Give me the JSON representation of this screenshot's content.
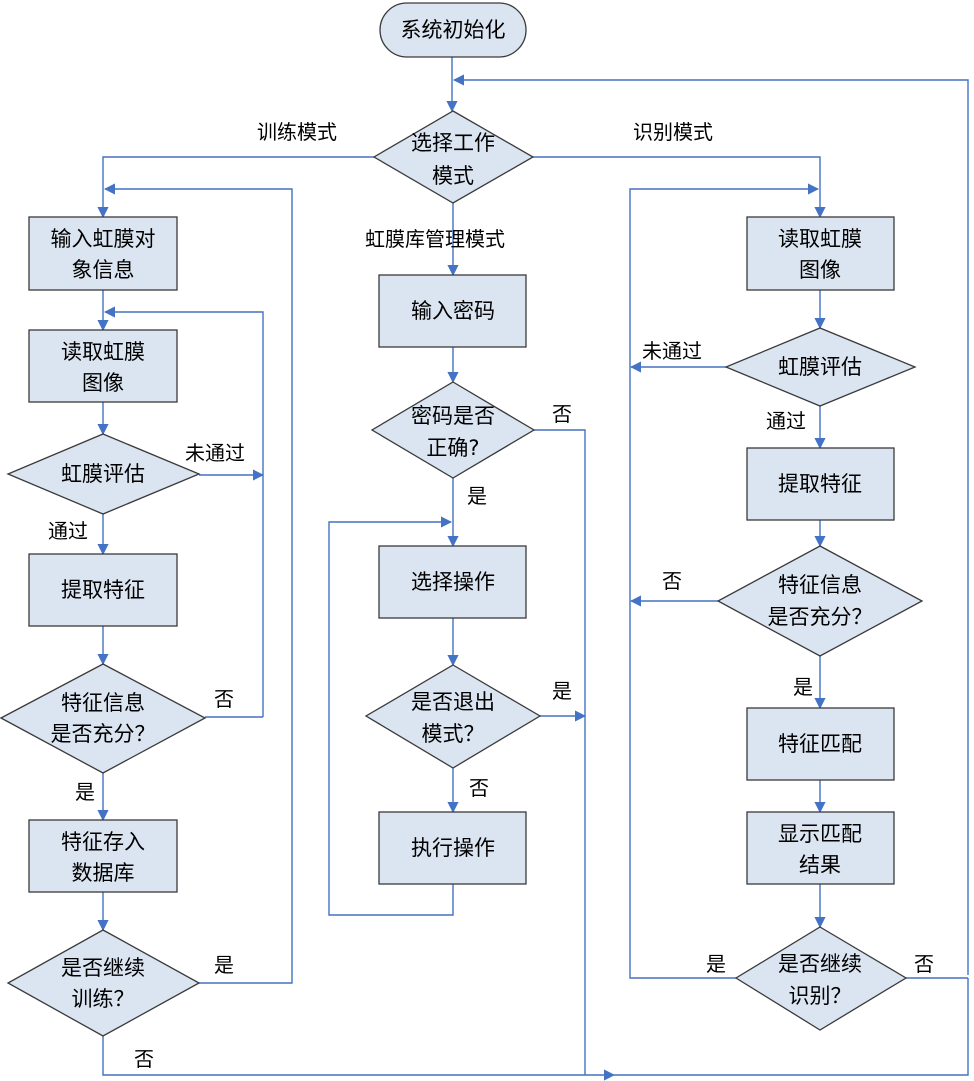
{
  "nodes": {
    "start": "系统初始化",
    "select_mode": [
      "选择工作",
      "模式"
    ],
    "t_input_info": [
      "输入虹膜对",
      "象信息"
    ],
    "t_read_image": [
      "读取虹膜",
      "图像"
    ],
    "t_assess": [
      "虹膜评估"
    ],
    "t_extract": [
      "提取特征"
    ],
    "t_sufficient": [
      "特征信息",
      "是否充分？"
    ],
    "t_store": [
      "特征存入",
      "数据库"
    ],
    "t_continue": [
      "是否继续",
      "训练？"
    ],
    "m_password": [
      "输入密码"
    ],
    "m_pw_correct": [
      "密码是否",
      "正确?"
    ],
    "m_select_op": [
      "选择操作"
    ],
    "m_exit": [
      "是否退出",
      "模式？"
    ],
    "m_exec": [
      "执行操作"
    ],
    "r_read_image": [
      "读取虹膜",
      "图像"
    ],
    "r_assess": [
      "虹膜评估"
    ],
    "r_extract": [
      "提取特征"
    ],
    "r_sufficient": [
      "特征信息",
      "是否充分？"
    ],
    "r_match": [
      "特征匹配"
    ],
    "r_show": [
      "显示匹配",
      "结果"
    ],
    "r_continue": [
      "是否继续",
      "识别？"
    ]
  },
  "labels": {
    "train_mode": "训练模式",
    "recog_mode": "识别模式",
    "lib_mode": "虹膜库管理模式",
    "t_fail": "未通过",
    "t_pass": "通过",
    "t_no": "否",
    "t_yes": "是",
    "t_cont_yes": "是",
    "t_cont_no": "否",
    "m_pw_no": "否",
    "m_pw_yes": "是",
    "m_exit_yes": "是",
    "m_exit_no": "否",
    "r_fail": "未通过",
    "r_pass": "通过",
    "r_no": "否",
    "r_yes": "是",
    "r_cont_yes": "是",
    "r_cont_no": "否"
  },
  "colors": {
    "node_fill": "#dbe5f1",
    "node_stroke": "#3a3a3a",
    "edge": "#4472c4"
  }
}
